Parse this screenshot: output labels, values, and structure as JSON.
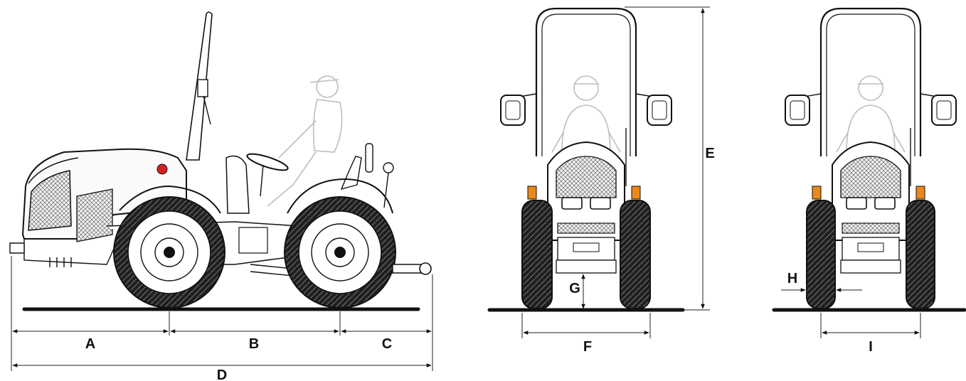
{
  "dimension_labels": {
    "A": "A",
    "B": "B",
    "C": "C",
    "D": "D",
    "E": "E",
    "F": "F",
    "G": "G",
    "H": "H",
    "I": "I"
  },
  "colors": {
    "line": "#111111",
    "ghost_operator": "#bdbdbd",
    "lamp_red": "#d32020",
    "lamp_orange": "#e8891c",
    "tyre": "#1a1a1a",
    "mesh": "#555555"
  }
}
